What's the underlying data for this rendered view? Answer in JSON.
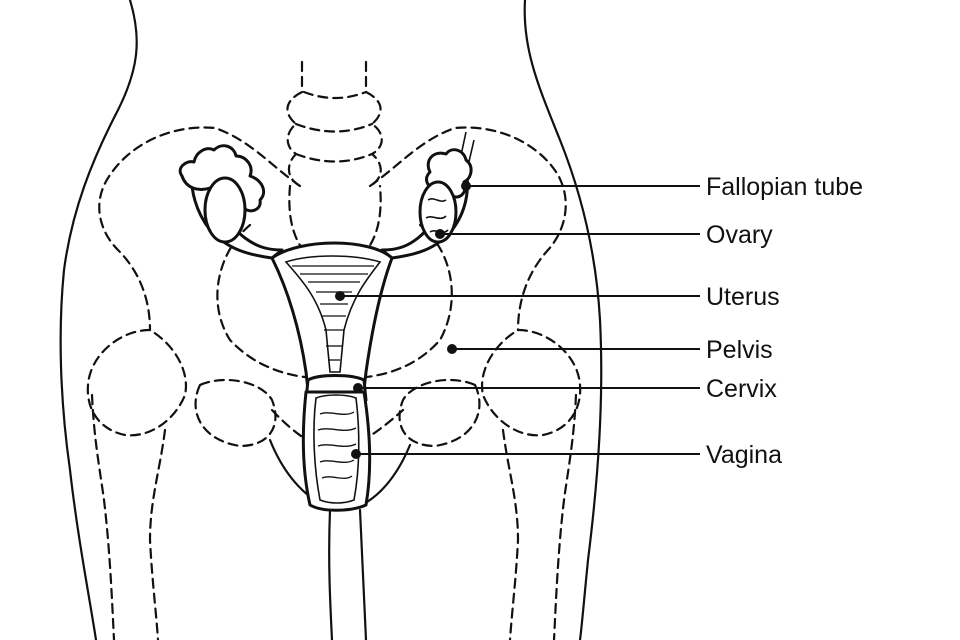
{
  "diagram": {
    "labels": [
      {
        "id": "fallopian-tube",
        "text": "Fallopian tube"
      },
      {
        "id": "ovary",
        "text": "Ovary"
      },
      {
        "id": "uterus",
        "text": "Uterus"
      },
      {
        "id": "pelvis",
        "text": "Pelvis"
      },
      {
        "id": "cervix",
        "text": "Cervix"
      },
      {
        "id": "vagina",
        "text": "Vagina"
      }
    ]
  }
}
